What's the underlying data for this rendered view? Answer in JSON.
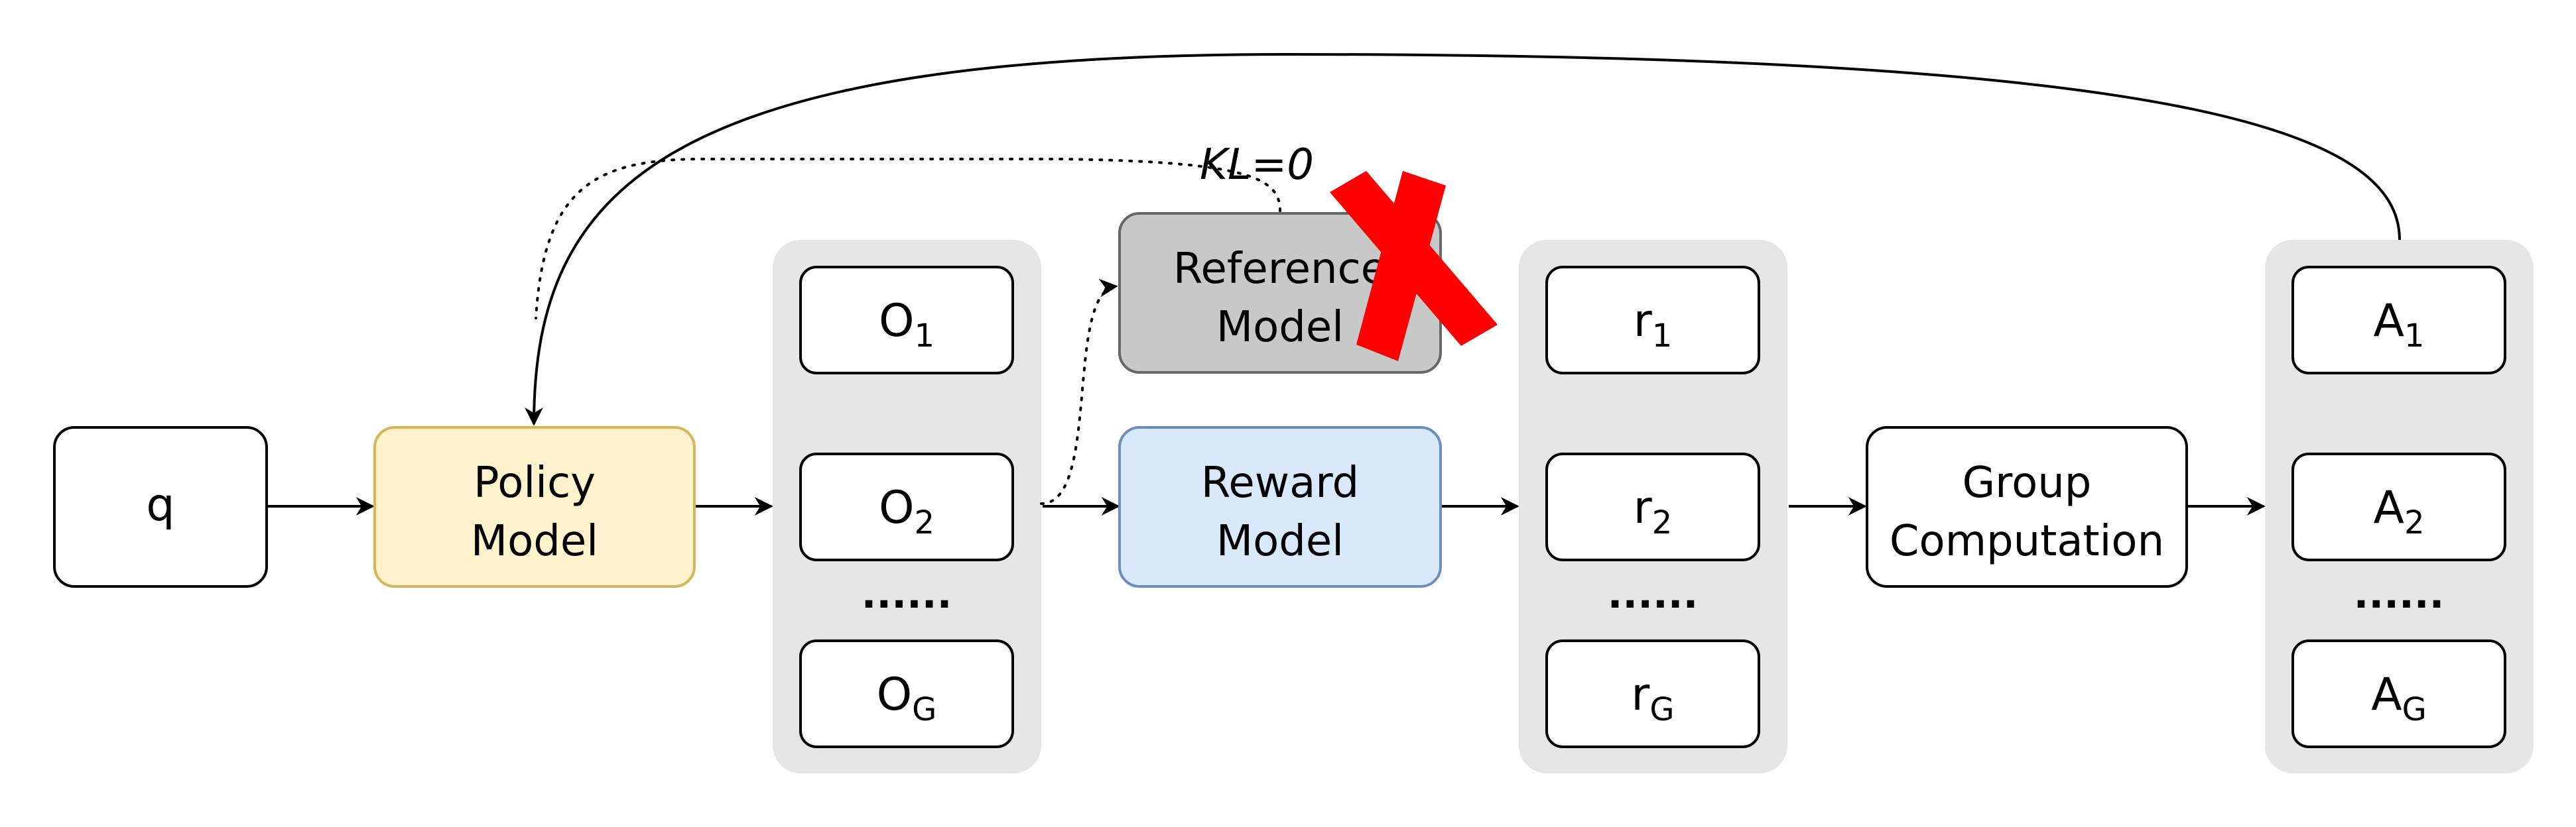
{
  "colors": {
    "policy_fill": "#fff2cc",
    "policy_stroke": "#d6b656",
    "reward_fill": "#dae8fc",
    "reward_stroke": "#6c8ebf",
    "reference_fill": "#c8c8c8",
    "reference_stroke": "#666666",
    "group_panel": "#e6e6e6",
    "cross": "#ff0000"
  },
  "nodes": {
    "q": "q",
    "policy": {
      "line1": "Policy",
      "line2": "Model"
    },
    "reference": {
      "line1": "Reference",
      "line2": "Model"
    },
    "reward": {
      "line1": "Reward",
      "line2": "Model"
    },
    "group_computation": {
      "line1": "Group",
      "line2": "Computation"
    }
  },
  "outputs": {
    "o1": {
      "base": "O",
      "sub": "1"
    },
    "o2": {
      "base": "O",
      "sub": "2"
    },
    "ellipsis": "......",
    "og": {
      "base": "O",
      "sub": "G"
    }
  },
  "rewards": {
    "r1": {
      "base": "r",
      "sub": "1"
    },
    "r2": {
      "base": "r",
      "sub": "2"
    },
    "ellipsis": "......",
    "rg": {
      "base": "r",
      "sub": "G"
    }
  },
  "advantages": {
    "a1": {
      "base": "A",
      "sub": "1"
    },
    "a2": {
      "base": "A",
      "sub": "2"
    },
    "ellipsis": "......",
    "ag": {
      "base": "A",
      "sub": "G"
    }
  },
  "kl_label": "KL=0",
  "removed_marker": "cross-icon"
}
